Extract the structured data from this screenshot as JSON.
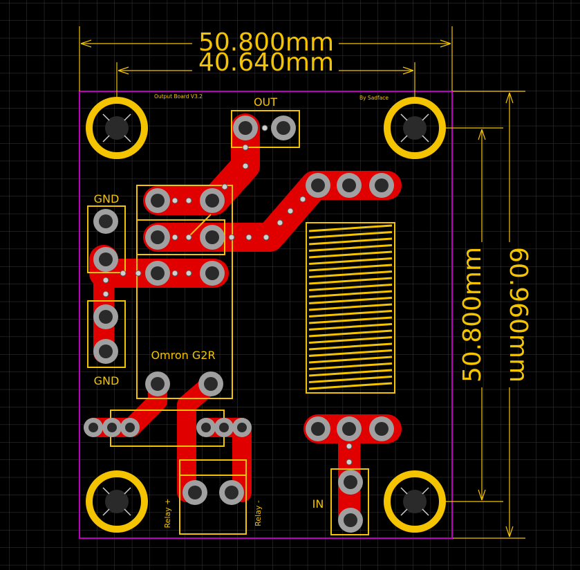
{
  "board": {
    "title": "Output Board V3.2",
    "author": "By Sadface",
    "relay_label": "Omron G2R"
  },
  "dimensions": {
    "outer_width": "50.800mm",
    "hole_spacing_horizontal": "40.640mm",
    "hole_spacing_vertical": "50.800mm",
    "outer_height": "60.960mm"
  },
  "connectors": {
    "out": "OUT",
    "gnd_top": "GND",
    "gnd_bottom": "GND",
    "in": "IN",
    "relay_plus": "Relay +",
    "relay_minus": "Relay -"
  },
  "colors": {
    "background": "#000000",
    "grid": "#3a3a3a",
    "copper": "#e00000",
    "silkscreen": "#f5c400",
    "outline": "#c000c0",
    "pad": "#a0a0a0",
    "drill": "#2a2a2a"
  }
}
